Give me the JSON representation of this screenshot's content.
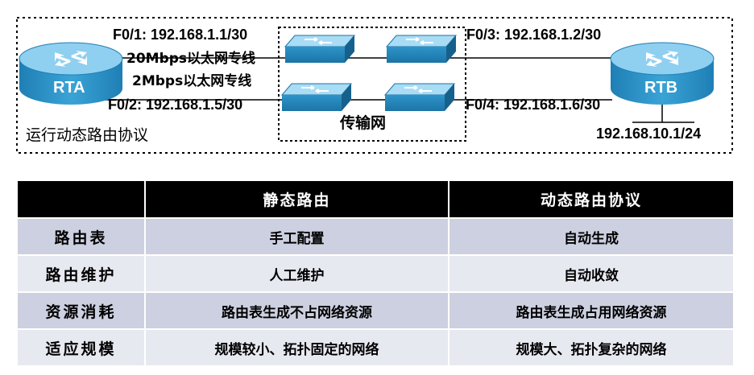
{
  "diagram": {
    "rta": {
      "name": "RTA",
      "f01": "F0/1: 192.168.1.1/30",
      "f02": "F0/2: 192.168.1.5/30"
    },
    "rtb": {
      "name": "RTB",
      "f03": "F0/3: 192.168.1.2/30",
      "f04": "F0/4: 192.168.1.6/30",
      "lan": "192.168.10.1/24"
    },
    "link1": "20Mbps以太网专线",
    "link2": "2Mbps以太网专线",
    "transport": "传输网",
    "protocol_note": "运行动态路由协议"
  },
  "table": {
    "headers": [
      "",
      "静态路由",
      "动态路由协议"
    ],
    "rows": [
      [
        "路由表",
        "手工配置",
        "自动生成"
      ],
      [
        "路由维护",
        "人工维护",
        "自动收敛"
      ],
      [
        "资源消耗",
        "路由表生成不占网络资源",
        "路由表生成占用网络资源"
      ],
      [
        "适应规模",
        "规模较小、拓扑固定的网络",
        "规模大、拓扑复杂的网络"
      ]
    ]
  },
  "colors": {
    "router_body": "#2a8fc4",
    "router_top": "#7fc6ea",
    "switch_body": "#2a8fc4",
    "switch_top": "#9fd6f2",
    "table_header": "#000000",
    "table_row_odd": "#cdd0e0",
    "table_row_even": "#e7e9f1"
  },
  "icons": [
    "router-icon",
    "switch-icon"
  ]
}
